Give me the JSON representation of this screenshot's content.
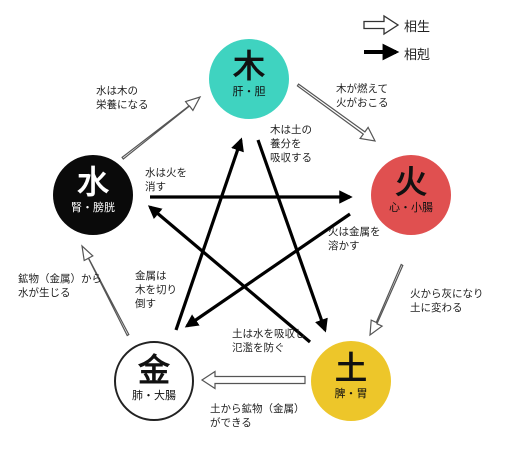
{
  "legend": {
    "generating": "相生",
    "controlling": "相剋"
  },
  "elements": {
    "wood": {
      "glyph": "木",
      "organs": "肝・胆",
      "color": "#3fd3c0"
    },
    "fire": {
      "glyph": "火",
      "organs": "心・小腸",
      "color": "#e05050"
    },
    "earth": {
      "glyph": "土",
      "organs": "脾・胃",
      "color": "#edc62a"
    },
    "metal": {
      "glyph": "金",
      "organs": "肺・大腸",
      "color": "#ffffff"
    },
    "water": {
      "glyph": "水",
      "organs": "腎・膀胱",
      "color": "#0a0a0a"
    }
  },
  "generating_labels": {
    "water_wood": [
      "水は木の",
      "栄養になる"
    ],
    "wood_fire": [
      "木が燃えて",
      "火がおこる"
    ],
    "fire_earth": [
      "火から灰になり",
      "土に変わる"
    ],
    "earth_metal": [
      "土から鉱物（金属）",
      "ができる"
    ],
    "metal_water": [
      "鉱物（金属）から",
      "水が生じる"
    ]
  },
  "controlling_labels": {
    "wood_earth": [
      "木は土の",
      "養分を",
      "吸収する"
    ],
    "water_fire": [
      "水は火を",
      "消す"
    ],
    "fire_metal": [
      "火は金属を",
      "溶かす"
    ],
    "earth_water": [
      "土は水を吸収し",
      "氾濫を防ぐ"
    ],
    "metal_wood": [
      "金属は",
      "木を切り",
      "倒す"
    ]
  }
}
